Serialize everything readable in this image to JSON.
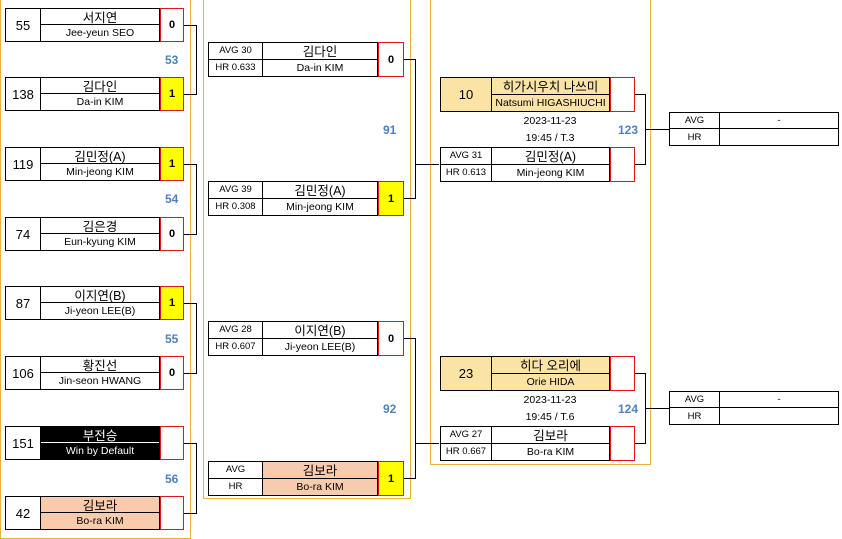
{
  "round1": [
    {
      "seed": "55",
      "ko": "서지연",
      "en": "Jee-yeun SEO",
      "score": "0"
    },
    {
      "seed": "138",
      "ko": "김다인",
      "en": "Da-in KIM",
      "score": "1"
    },
    {
      "seed": "119",
      "ko": "김민정(A)",
      "en": "Min-jeong KIM",
      "score": "1"
    },
    {
      "seed": "74",
      "ko": "김은경",
      "en": "Eun-kyung KIM",
      "score": "0"
    },
    {
      "seed": "87",
      "ko": "이지연(B)",
      "en": "Ji-yeon LEE(B)",
      "score": "1"
    },
    {
      "seed": "106",
      "ko": "황진선",
      "en": "Jin-seon HWANG",
      "score": "0"
    },
    {
      "seed": "151",
      "ko": "부전승",
      "en": "Win by Default",
      "score": ""
    },
    {
      "seed": "42",
      "ko": "김보라",
      "en": "Bo-ra KIM",
      "score": ""
    }
  ],
  "match_numbers": [
    "53",
    "54",
    "55",
    "56",
    "91",
    "92",
    "123",
    "124"
  ],
  "round2": [
    {
      "avg": "AVG 30",
      "hr": "HR 0.633",
      "ko": "김다인",
      "en": "Da-in KIM",
      "score": "0"
    },
    {
      "avg": "AVG 39",
      "hr": "HR 0.308",
      "ko": "김민정(A)",
      "en": "Min-jeong KIM",
      "score": "1"
    },
    {
      "avg": "AVG 28",
      "hr": "HR 0.607",
      "ko": "이지연(B)",
      "en": "Ji-yeon LEE(B)",
      "score": "0"
    },
    {
      "avg": "AVG",
      "hr": "HR",
      "ko": "김보라",
      "en": "Bo-ra KIM",
      "score": "1"
    }
  ],
  "round3": [
    {
      "seed": "10",
      "ko": "히가시우치 나쓰미",
      "en": "Natsumi HIGASHIUCHI",
      "score": ""
    },
    {
      "avg": "AVG 31",
      "hr": "HR 0.613",
      "ko": "김민정(A)",
      "en": "Min-jeong KIM",
      "score": ""
    },
    {
      "seed": "23",
      "ko": "히다 오리에",
      "en": "Orie HIDA",
      "score": ""
    },
    {
      "avg": "AVG 27",
      "hr": "HR 0.667",
      "ko": "김보라",
      "en": "Bo-ra KIM",
      "score": ""
    }
  ],
  "schedule": [
    {
      "date": "2023-11-23",
      "time": "19:45 / T.3"
    },
    {
      "date": "2023-11-23",
      "time": "19:45 / T.6"
    }
  ],
  "results": [
    {
      "avg_label": "AVG",
      "avg_val": "-",
      "hr_label": "HR",
      "hr_val": ""
    },
    {
      "avg_label": "AVG",
      "avg_val": "-",
      "hr_label": "HR",
      "hr_val": ""
    }
  ]
}
